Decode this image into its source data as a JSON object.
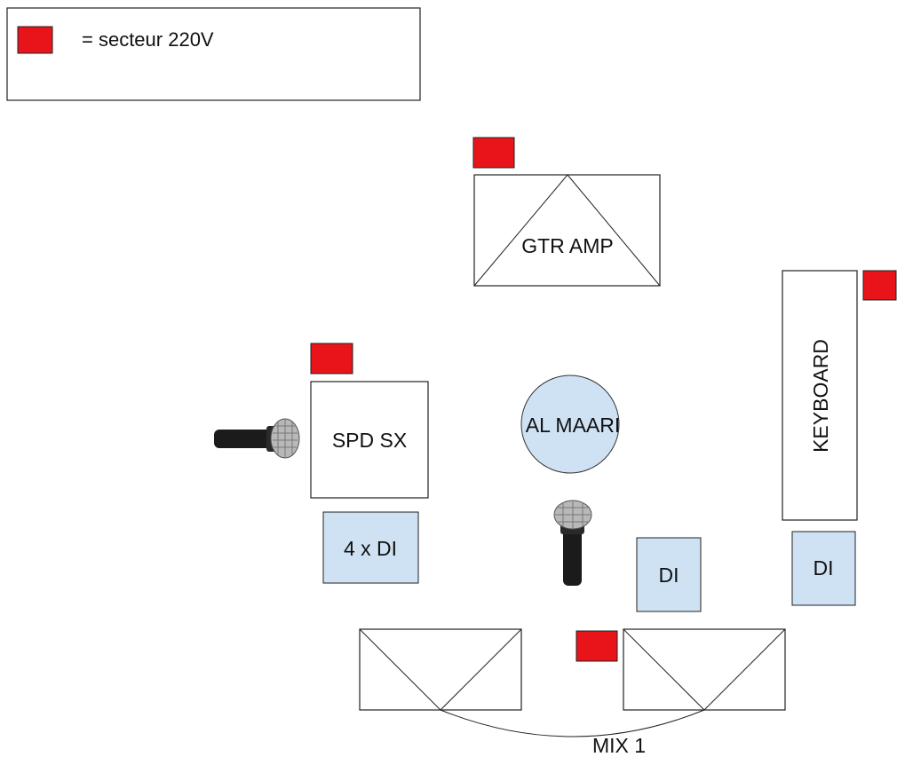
{
  "legend": {
    "text": "= secteur 220V"
  },
  "equipment": {
    "gtr_amp": "GTR AMP",
    "keyboard": "KEYBOARD",
    "spd": "SPD SX",
    "singer": "AL MAARI",
    "di_four": "4 x DI",
    "di_center": "DI",
    "di_keyboard": "DI",
    "monitor_mix": "MIX 1"
  },
  "colors": {
    "power_outlet": "#e8141a",
    "di_box": "#cfe2f3",
    "outline": "#222222"
  }
}
